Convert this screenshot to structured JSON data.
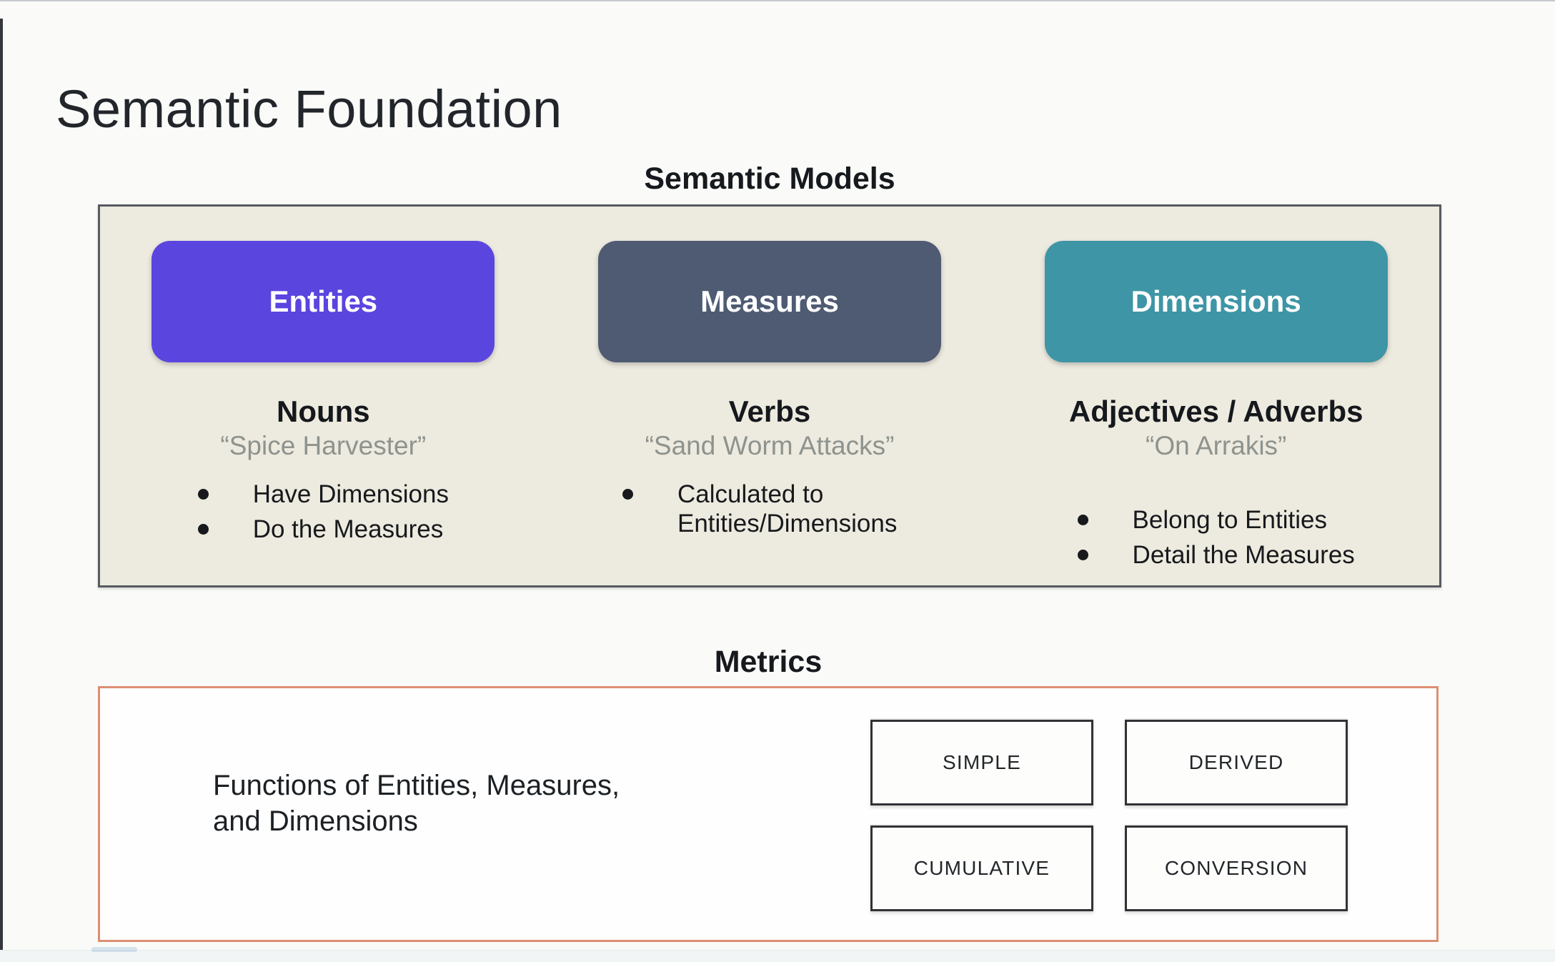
{
  "page": {
    "title": "Semantic Foundation"
  },
  "semantic_models": {
    "heading": "Semantic Models",
    "panel_color": "#edeadf",
    "columns": [
      {
        "button_label": "Entities",
        "button_color": "#5a45df",
        "heading": "Nouns",
        "quote": "“Spice Harvester”",
        "bullets": [
          "Have Dimensions",
          "Do the Measures"
        ]
      },
      {
        "button_label": "Measures",
        "button_color": "#4e5b72",
        "heading": "Verbs",
        "quote": "“Sand Worm Attacks”",
        "bullets": [
          "Calculated to Entities/Dimensions"
        ]
      },
      {
        "button_label": "Dimensions",
        "button_color": "#3e95a5",
        "heading": "Adjectives / Adverbs",
        "quote": "“On Arrakis”",
        "bullets": [
          "Belong to Entities",
          "Detail the Measures"
        ]
      }
    ]
  },
  "metrics": {
    "heading": "Metrics",
    "border_color": "#dd8f72",
    "description": "Functions of Entities, Measures, and Dimensions",
    "boxes": [
      "SIMPLE",
      "DERIVED",
      "CUMULATIVE",
      "CONVERSION"
    ]
  }
}
